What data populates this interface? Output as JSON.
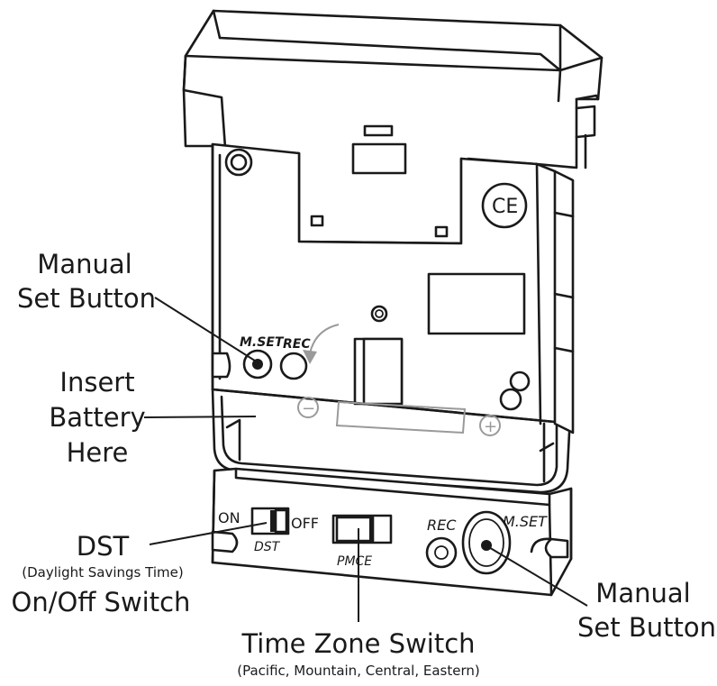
{
  "labels": {
    "manual_set_left": {
      "line1": "Manual",
      "line2": "Set Button"
    },
    "insert_battery": {
      "line1": "Insert",
      "line2": "Battery",
      "line3": "Here"
    },
    "dst": {
      "line1": "DST",
      "line2": "(Daylight Savings Time)",
      "line3": "On/Off Switch"
    },
    "time_zone": {
      "line1": "Time Zone Switch",
      "line2": "(Pacific, Mountain, Central, Eastern)"
    },
    "manual_set_right": {
      "line1": "Manual",
      "line2": "Set Button"
    }
  },
  "device": {
    "upper_mset": "M.SET",
    "upper_rec": "REC",
    "lower_on": "ON",
    "lower_off": "OFF",
    "lower_dst": "DST",
    "lower_pmce": "PMCE",
    "lower_rec": "REC",
    "lower_mset": "M.SET",
    "ce_mark": "CE",
    "battery_minus": "−",
    "battery_plus": "+"
  },
  "icons": [
    "ce-mark-icon",
    "curved-arrow-icon",
    "battery-outline-icon"
  ],
  "colors": {
    "line": "#1a1a1a",
    "ghost": "#9a9a9a",
    "background": "#ffffff"
  }
}
